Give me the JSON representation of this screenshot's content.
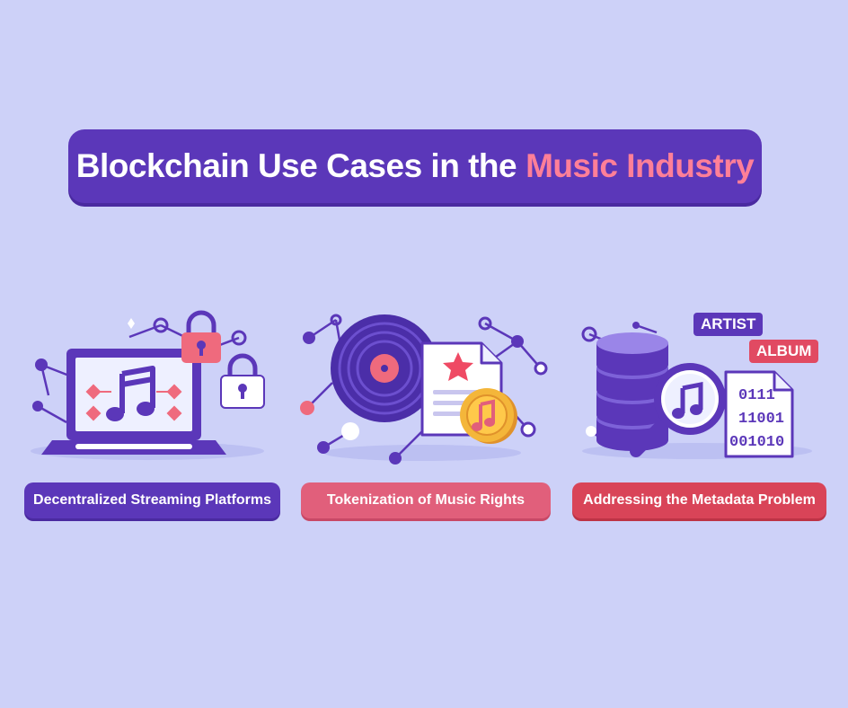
{
  "title": {
    "main": "Blockchain Use Cases in the",
    "accent": "Music Industry"
  },
  "cards": [
    {
      "label": "Decentralized Streaming Platforms"
    },
    {
      "label": "Tokenization of Music Rights"
    },
    {
      "label": "Addressing the Metadata Problem",
      "tags": [
        "ARTIST",
        "ALBUM"
      ],
      "binary": [
        "0111",
        "11001",
        "001010"
      ]
    }
  ],
  "icons": {
    "card_1": [
      "laptop-icon",
      "music-note-icon",
      "padlock-icon",
      "network-node-icon"
    ],
    "card_2": [
      "vinyl-record-icon",
      "document-icon",
      "star-icon",
      "music-coin-icon",
      "network-node-icon"
    ],
    "card_3": [
      "database-icon",
      "magnifier-icon",
      "music-note-icon",
      "document-icon"
    ]
  },
  "colors": {
    "background": "#cdd1f8",
    "primary": "#5b37b9",
    "accent": "#ff7f98",
    "pink": "#e15f7b",
    "red": "#d94458",
    "gold": "#f4b63a"
  }
}
